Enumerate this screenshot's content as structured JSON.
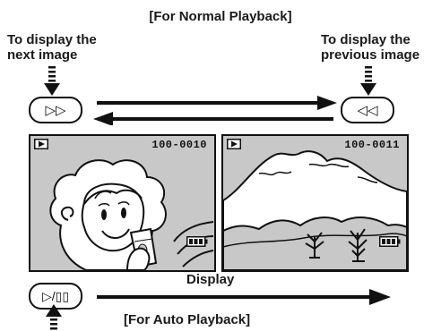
{
  "titles": {
    "normal_playback": "[For Normal Playback]",
    "auto_playback": "[For Auto Playback]"
  },
  "labels": {
    "next_line1": "To display the",
    "next_line2": "next image",
    "prev_line1": "To display the",
    "prev_line2": "previous image",
    "display": "Display"
  },
  "buttons": {
    "forward_symbol": "▷▷",
    "reverse_symbol": "◁◁",
    "play_pause_symbol": "▷/▯▯"
  },
  "screens": {
    "left": {
      "file_number": "100-0010",
      "content": "cartoon-woman-drinking"
    },
    "right": {
      "file_number": "100-0011",
      "content": "mountain-landscape"
    }
  },
  "colors": {
    "screen_bg": "#c8c8c8",
    "stroke": "#111111",
    "paper": "#ffffff"
  }
}
